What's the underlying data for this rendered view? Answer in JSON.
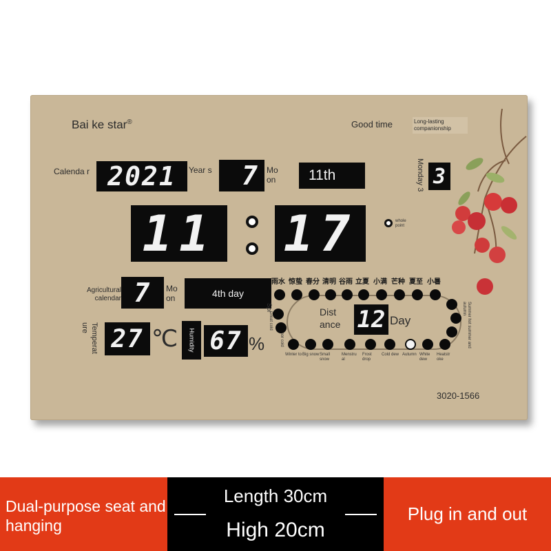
{
  "brand": {
    "name": "Bai ke star",
    "reg": "®"
  },
  "header": {
    "slogan": "Good time",
    "tag": "Long-lasting companionship"
  },
  "calendar": {
    "label": "Calenda r",
    "year": "2021",
    "year_label": "Year s",
    "month": "7",
    "month_label": "Mo on",
    "day": "11th",
    "weekday_label": "Monday 3",
    "weekday": "3"
  },
  "clock": {
    "hours": "11",
    "minutes": "17",
    "whole_point": "whole point"
  },
  "lunar": {
    "label": "Agricultural calendar",
    "month": "7",
    "month_label": "Mo on",
    "day": "4th day"
  },
  "climate": {
    "temp_label": "Temperat ure",
    "temp": "27",
    "temp_unit": "℃",
    "humidity_label": "Humidity",
    "humidity": "67",
    "humidity_unit": "%"
  },
  "solar_terms": {
    "top": [
      "雨水",
      "惊蛰",
      "春分",
      "清明",
      "谷雨",
      "立夏",
      "小满",
      "芒种",
      "夏至",
      "小暑"
    ],
    "left_side": [
      "Spr",
      "Great cold"
    ],
    "left_small": "Minor cold",
    "right_small": "Summer hot summer and autumn",
    "bottom": [
      "Winter to",
      "Big snow",
      "Small snow",
      "Menstru al",
      "Frost drop",
      "Cold dew",
      "Autumn",
      "White dew",
      "Heatstr oke"
    ],
    "distance_label_1": "Dist",
    "distance_label_2": "ance",
    "distance": "12",
    "distance_unit": "Day"
  },
  "model": "3020-1566",
  "banner": {
    "left": "Dual-purpose seat and hanging",
    "length": "Length 30cm",
    "height": "High 20cm",
    "right": "Plug in and out"
  },
  "colors": {
    "board": "#c9b798",
    "accent": "#e23a17",
    "lcd": "#0b0b0b"
  }
}
